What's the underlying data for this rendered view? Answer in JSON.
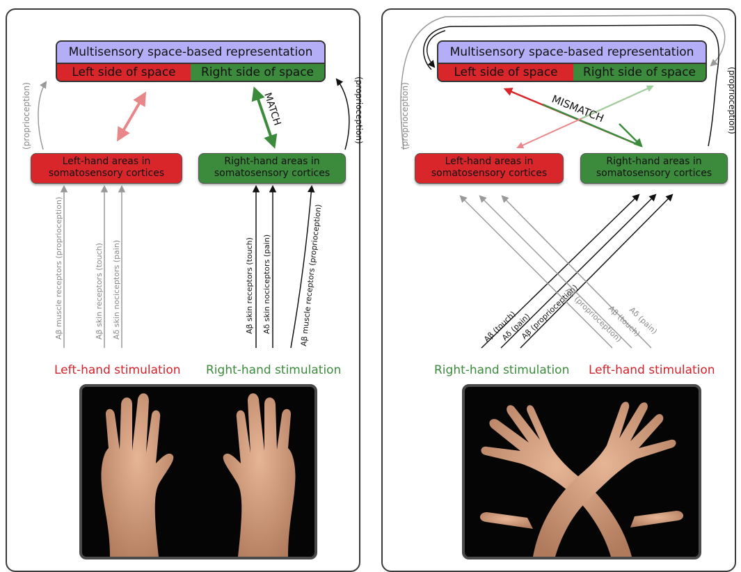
{
  "left_panel": {
    "rep_title": "Multisensory space-based representation",
    "rep_left": "Left side of space",
    "rep_right": "Right side of space",
    "area_left_line1": "Left-hand areas in",
    "area_left_line2": "somatosensory cortices",
    "area_right_line1": "Right-hand areas in",
    "area_right_line2": "somatosensory cortices",
    "match_label": "MATCH",
    "proprioception_left": "(proprioception)",
    "proprioception_right": "(proprioception)",
    "receptors_left": [
      "Aβ muscle receptors (proprioception)",
      "Aβ skin receptors (touch)",
      "Aδ skin nociceptors (pain)"
    ],
    "receptors_right": [
      "Aβ skin receptors (touch)",
      "Aδ skin nociceptors (pain)",
      "Aβ muscle receptors (proprioception)"
    ],
    "stim_left": "Left-hand stimulation",
    "stim_right": "Right-hand stimulation"
  },
  "right_panel": {
    "rep_title": "Multisensory space-based representation",
    "rep_left": "Left side of space",
    "rep_right": "Right side of space",
    "area_left_line1": "Left-hand areas in",
    "area_left_line2": "somatosensory cortices",
    "area_right_line1": "Right-hand areas in",
    "area_right_line2": "somatosensory cortices",
    "mismatch_label": "MISMATCH",
    "proprioception_left": "(proprioception)",
    "proprioception_right": "(proprioception)",
    "receptors_crossing_black": [
      "Aβ (touch)",
      "Aδ (pain)",
      "Aβ (proprioception)"
    ],
    "receptors_crossing_gray": [
      "Aβ (proprioception)",
      "Aβ (touch)",
      "Aδ (pain)"
    ],
    "stim_left": "Right-hand stimulation",
    "stim_right": "Left-hand stimulation"
  },
  "colors": {
    "header_purple": "#b3aef6",
    "red": "#d9262b",
    "green": "#3c8a3c",
    "pink_arrow": "#e8868a",
    "light_green_arrow": "#9ccf9c"
  },
  "images": [
    "uncrossed-hands-photo",
    "crossed-hands-photo"
  ]
}
